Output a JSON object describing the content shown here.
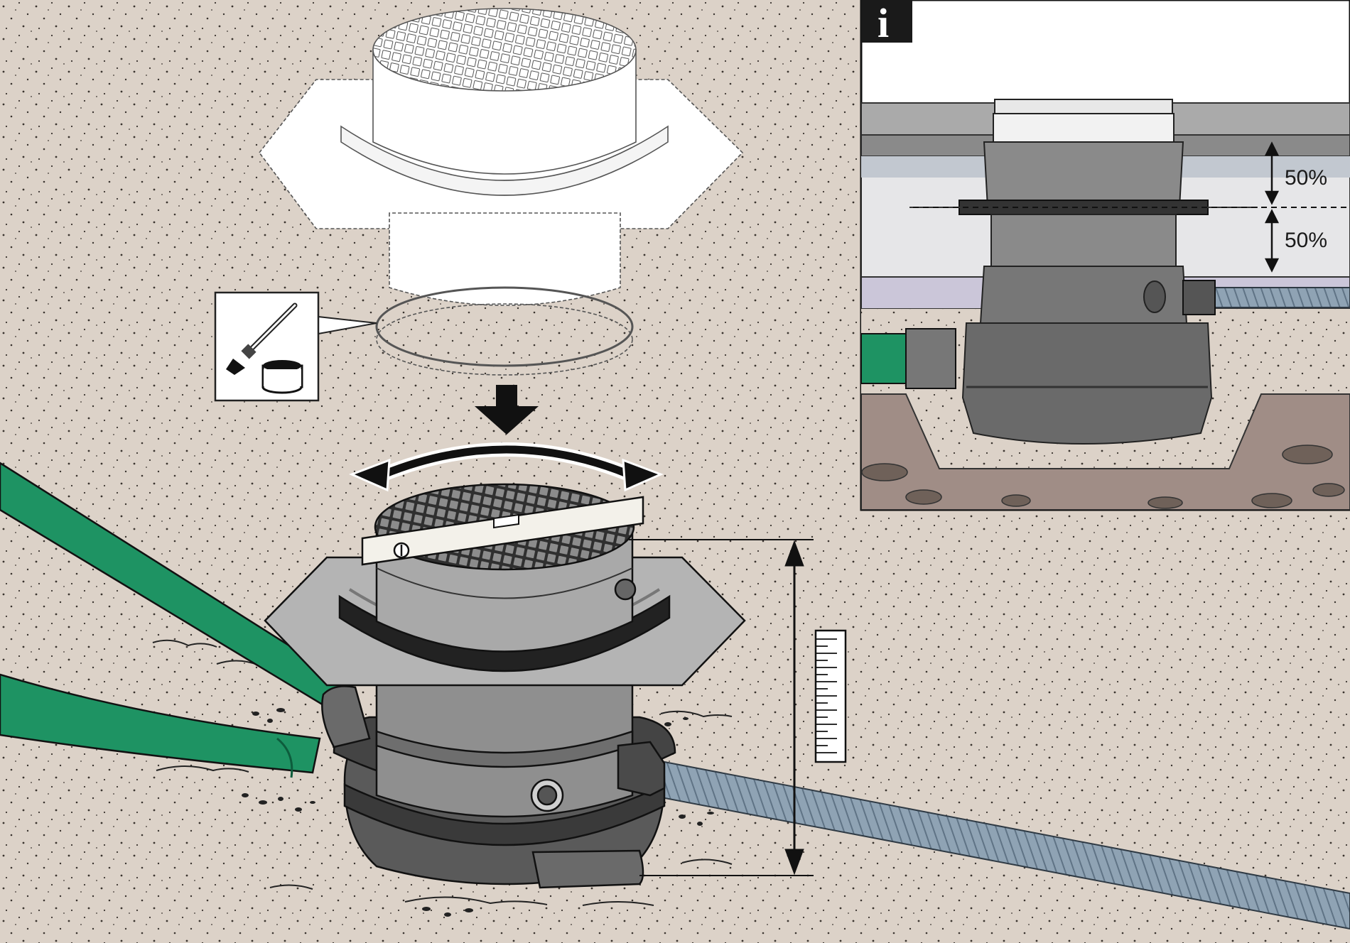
{
  "info_panel": {
    "icon_letter": "i",
    "upper_percent": "50%",
    "lower_percent": "50%"
  },
  "colors": {
    "background": "#dcd2c8",
    "pipe_green": "#1e9363",
    "hose_blue": "#8fa3b4",
    "shaft_dark": "#5a5a5a",
    "shaft_mid": "#8f8f8f",
    "plate_grey": "#b4b4b4",
    "insulation": "#e6e6e8",
    "membrane_violet": "#cbc6d9",
    "trench": "#a08d86",
    "ink": "#1a1a1a"
  },
  "icons": [
    "brush-icon",
    "glue-pot-icon",
    "down-arrow-icon",
    "rotate-arrow-icon",
    "spirit-level-icon",
    "ruler-icon",
    "height-dimension-icon"
  ]
}
